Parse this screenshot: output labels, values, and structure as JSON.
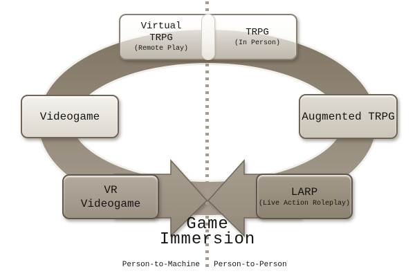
{
  "figure": {
    "center_title": {
      "line1": "Game",
      "line2": "Immersion"
    },
    "axis": {
      "left": "Person-to-Machine",
      "right": "Person-to-Person"
    },
    "nodes": {
      "virtual_trpg": {
        "line1": "Virtual",
        "line2": "TRPG",
        "sub": "(Remote Play)"
      },
      "trpg": {
        "label": "TRPG",
        "sub": "(In Person)"
      },
      "videogame": {
        "label": "Videogame"
      },
      "augmented_trpg": {
        "label": "Augmented TRPG"
      },
      "vr_videogame": {
        "line1": "VR",
        "line2": "Videogame"
      },
      "larp": {
        "label": "LARP",
        "sub": "(Live Action Roleplay)"
      }
    },
    "colors": {
      "ring_top": "#847968",
      "ring_bottom": "#a49b8e",
      "arrow_fill": "#a19788",
      "arrow_stroke": "#6f6658",
      "light_box": "#f0eee9",
      "beige_box": "#d5cfc5",
      "gray_box": "#a89e91",
      "brown_box": "#978d7d",
      "dotted_line": "#a79a86",
      "text": "#161412"
    }
  }
}
